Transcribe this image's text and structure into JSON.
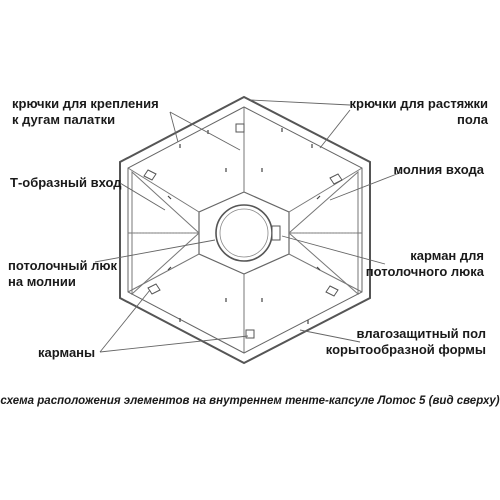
{
  "labels": {
    "hooks_arcs": [
      "крючки для крепления",
      "к дугам палатки"
    ],
    "hooks_floor": [
      "крючки для растяжки",
      "пола"
    ],
    "t_entrance": [
      "Т-образный вход"
    ],
    "zipper_entrance": [
      "молния входа"
    ],
    "ceiling_hatch": [
      "потолочный люк",
      "на молнии"
    ],
    "hatch_pocket": [
      "карман для",
      "потолочного люка"
    ],
    "pockets": [
      "карманы"
    ],
    "floor": [
      "влагозащитный пол",
      "корытообразной формы"
    ]
  },
  "caption": "схема расположения элементов на внутреннем тенте-капсуле Лотос 5 (вид сверху)",
  "colors": {
    "line": "#555555",
    "panel_stroke": "#777777",
    "text": "#1a1a1a"
  }
}
